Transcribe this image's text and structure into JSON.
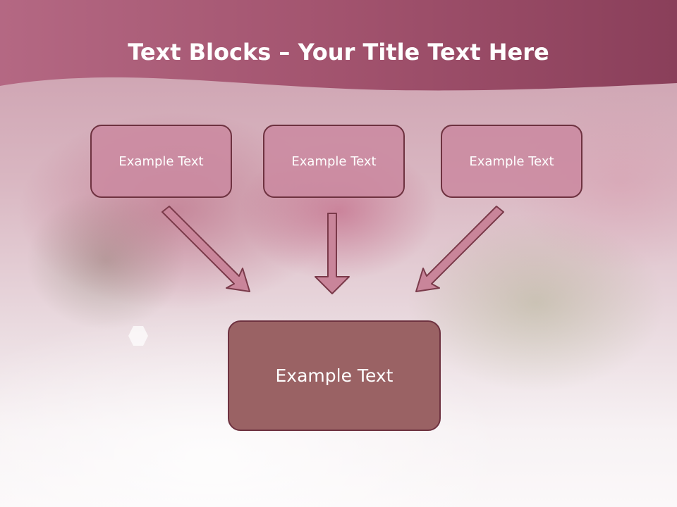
{
  "slide": {
    "title_bold": "Text Blocks",
    "title_rest": " – Your Title Text Here",
    "blocks": [
      "Example Text",
      "Example Text",
      "Example Text"
    ],
    "target": "Example Text"
  },
  "colors": {
    "header": "#9a4a65",
    "box_fill": "#cb8aa0",
    "box_border": "#6e3240",
    "target_fill": "#9a6264",
    "arrow_fill": "#c9859a"
  }
}
